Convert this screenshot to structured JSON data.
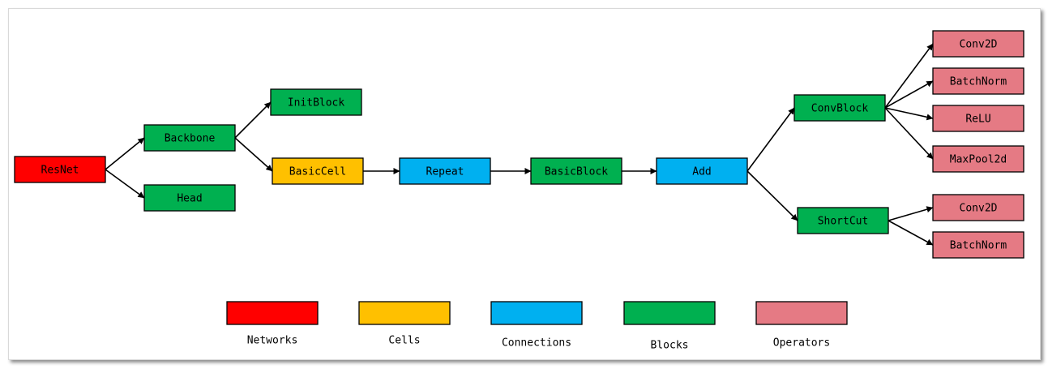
{
  "colors": {
    "networks": "#ff0000",
    "cells": "#ffc000",
    "connections": "#00b0f0",
    "blocks": "#00b050",
    "operators": "#e57a84"
  },
  "nodes": [
    {
      "id": "resnet",
      "label": "ResNet",
      "category": "networks"
    },
    {
      "id": "backbone",
      "label": "Backbone",
      "category": "blocks"
    },
    {
      "id": "head",
      "label": "Head",
      "category": "blocks"
    },
    {
      "id": "initblock",
      "label": "InitBlock",
      "category": "blocks"
    },
    {
      "id": "basiccell",
      "label": "BasicCell",
      "category": "cells"
    },
    {
      "id": "repeat",
      "label": "Repeat",
      "category": "connections"
    },
    {
      "id": "basicblock",
      "label": "BasicBlock",
      "category": "blocks"
    },
    {
      "id": "add",
      "label": "Add",
      "category": "connections"
    },
    {
      "id": "convblock",
      "label": "ConvBlock",
      "category": "blocks"
    },
    {
      "id": "shortcut",
      "label": "ShortCut",
      "category": "blocks"
    },
    {
      "id": "conv2d-1",
      "label": "Conv2D",
      "category": "operators"
    },
    {
      "id": "batchnorm-1",
      "label": "BatchNorm",
      "category": "operators"
    },
    {
      "id": "relu",
      "label": "ReLU",
      "category": "operators"
    },
    {
      "id": "maxpool2d",
      "label": "MaxPool2d",
      "category": "operators"
    },
    {
      "id": "conv2d-2",
      "label": "Conv2D",
      "category": "operators"
    },
    {
      "id": "batchnorm-2",
      "label": "BatchNorm",
      "category": "operators"
    }
  ],
  "edges": [
    [
      "resnet",
      "backbone"
    ],
    [
      "resnet",
      "head"
    ],
    [
      "backbone",
      "initblock"
    ],
    [
      "backbone",
      "basiccell"
    ],
    [
      "basiccell",
      "repeat"
    ],
    [
      "repeat",
      "basicblock"
    ],
    [
      "basicblock",
      "add"
    ],
    [
      "add",
      "convblock"
    ],
    [
      "add",
      "shortcut"
    ],
    [
      "convblock",
      "conv2d-1"
    ],
    [
      "convblock",
      "batchnorm-1"
    ],
    [
      "convblock",
      "relu"
    ],
    [
      "convblock",
      "maxpool2d"
    ],
    [
      "shortcut",
      "conv2d-2"
    ],
    [
      "shortcut",
      "batchnorm-2"
    ]
  ],
  "legend": [
    {
      "label": "Networks",
      "category": "networks"
    },
    {
      "label": "Cells",
      "category": "cells"
    },
    {
      "label": "Connections",
      "category": "connections"
    },
    {
      "label": "Blocks",
      "category": "blocks"
    },
    {
      "label": "Operators",
      "category": "operators"
    }
  ]
}
